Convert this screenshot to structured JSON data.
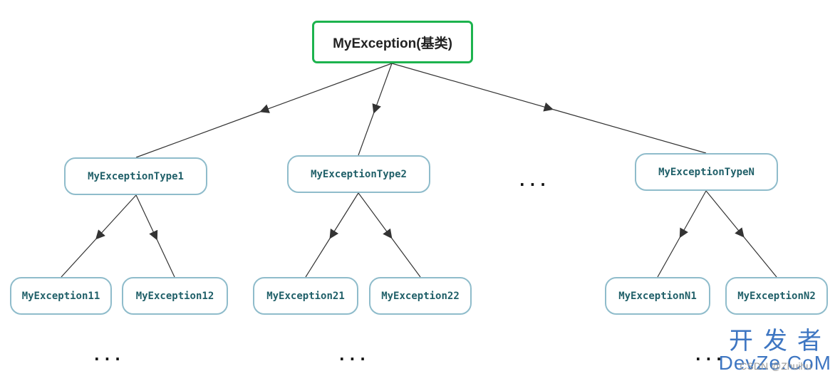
{
  "diagram": {
    "root": {
      "label": "MyException(基类)"
    },
    "level1": [
      {
        "label": "MyExceptionType1"
      },
      {
        "label": "MyExceptionType2"
      },
      {
        "label": "MyExceptionTypeN"
      }
    ],
    "level2": [
      {
        "label": "MyException11"
      },
      {
        "label": "MyException12"
      },
      {
        "label": "MyException21"
      },
      {
        "label": "MyException22"
      },
      {
        "label": "MyExceptionN1"
      },
      {
        "label": "MyExceptionN2"
      }
    ],
    "ellipsis": "...",
    "colors": {
      "root_border": "#1db34e",
      "node_border": "#8fbccb",
      "node_text": "#1f5f68",
      "arrow": "#333333"
    }
  },
  "watermark": {
    "site_cn": "开发者",
    "site_en": "DevZe.CoM",
    "sub": "CSDN @Zhuihu"
  }
}
